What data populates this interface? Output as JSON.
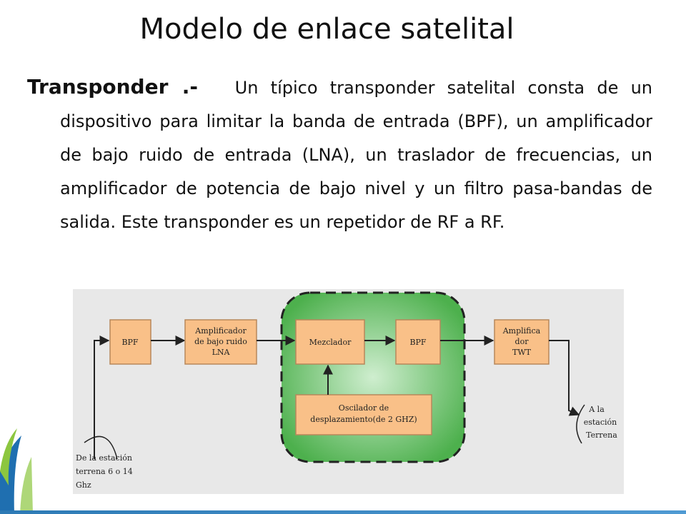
{
  "slide": {
    "title": "Modelo de enlace satelital",
    "lead": "Transponder .-",
    "text": "Un típico transponder satelital consta de un dispositivo para limitar la banda de entrada (BPF), un amplificador de bajo ruido de entrada (LNA), un traslador de frecuencias, un amplificador de potencia de bajo nivel y un filtro pasa-bandas de salida. Este transponder es un repetidor de RF a RF."
  },
  "diagram": {
    "blocks": {
      "bpf_in": [
        "BPF"
      ],
      "lna": [
        "Amplificador",
        "de bajo ruido",
        "LNA"
      ],
      "mixer": [
        "Mezclador"
      ],
      "bpf_out": [
        "BPF"
      ],
      "twt": [
        "Amplifica",
        "dor",
        "TWT"
      ],
      "oscillator": [
        "Oscilador de",
        "desplazamiento(de 2 GHZ)"
      ]
    },
    "input_label": [
      "De la estación",
      "terrena 6 o 14",
      "Ghz"
    ],
    "output_label": [
      "A la",
      "estación",
      "Terrena"
    ],
    "colors": {
      "block_fill": "#f9c088",
      "panel_bg": "#e8e8e8",
      "shift_group": "#6dc06d",
      "accent": "#2d7ab5"
    }
  }
}
